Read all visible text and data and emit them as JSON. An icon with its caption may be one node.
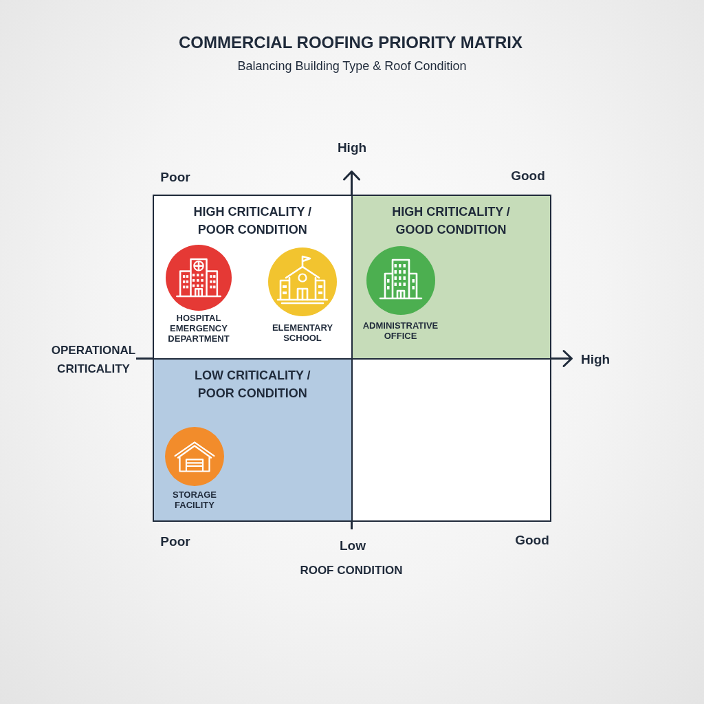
{
  "diagram": {
    "title": "COMMERCIAL ROOFING PRIORITY MATRIX",
    "nodes": [
      {
        "text": [
          "HIGH CRITICALITY / POOR CONDITION"
        ]
      },
      {
        "text": [
          "HOSPITAL EMERGENCY DEPARTMENT"
        ],
        "in": 0
      },
      {
        "text": [
          "ELEMENTARY SCHOOL"
        ],
        "in": 0
      },
      {
        "text": [
          "HIGH CRITICALITY / GOOD CONDITION"
        ]
      },
      {
        "text": [
          "ADMINISTRATIVE OFFICE"
        ],
        "in": 3
      },
      {
        "text": [
          "LOW CRITICALITY / POOR CONDITION"
        ]
      },
      {
        "text": [
          "STORAGE FACILITY"
        ],
        "in": 5
      },
      {
        "text": [],
        "shape": "box"
      }
    ],
    "labels": [
      "Balancing Building Type & Roof Condition",
      "High",
      "Poor",
      "Good",
      "OPERATIONAL CRITICALITY",
      "High",
      "Poor",
      "Low",
      "Good",
      "ROOF CONDITION"
    ]
  }
}
